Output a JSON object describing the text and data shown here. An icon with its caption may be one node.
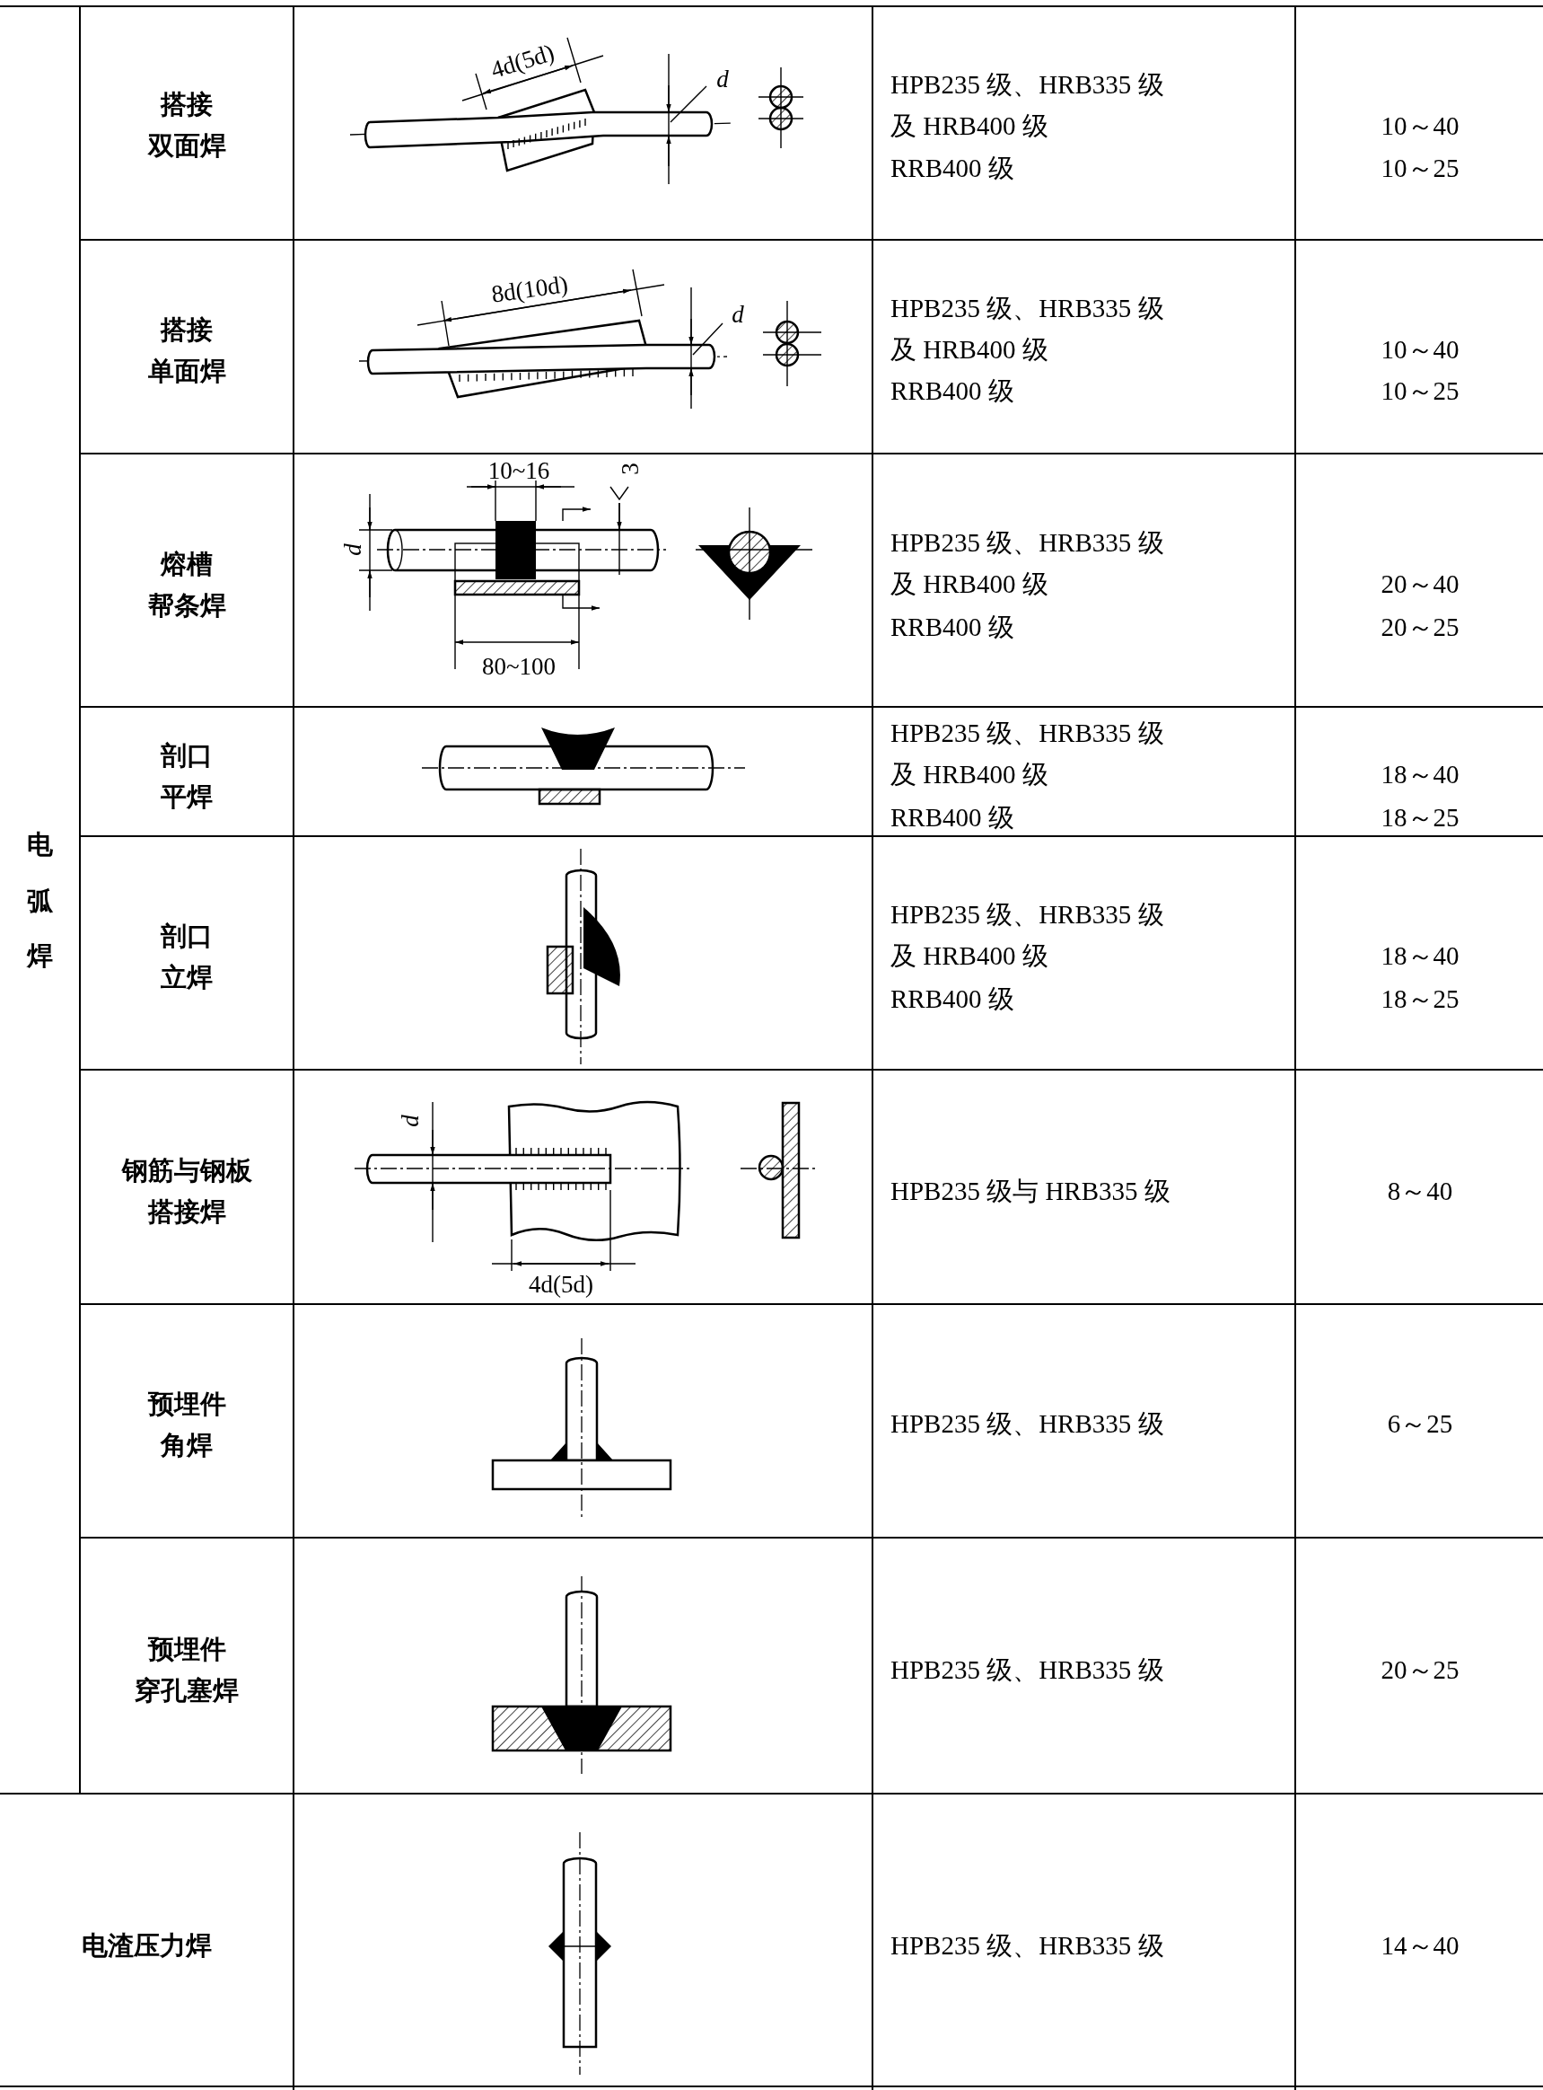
{
  "diagram": {
    "labels": [
      "电弧焊",
      "搭接双面焊",
      "4d(5d)",
      "d",
      "HPB235 级、HRB335 级",
      "及 HRB400 级",
      "RRB400 级",
      "10～40",
      "10～25",
      "搭接单面焊",
      "8d(10d)",
      "d",
      "HPB235 级、HRB335 级",
      "及 HRB400 级",
      "RRB400 级",
      "10～40",
      "10～25",
      "熔槽帮条焊",
      "10~16",
      "3",
      "d",
      "80~100",
      "HPB235 级、HRB335 级",
      "及 HRB400 级",
      "RRB400 级",
      "20～40",
      "20～25",
      "剖口平焊",
      "HPB235 级、HRB335 级",
      "及 HRB400 级",
      "RRB400 级",
      "18～40",
      "18～25",
      "剖口立焊",
      "HPB235 级、HRB335 级",
      "及 HRB400 级",
      "RRB400 级",
      "18～40",
      "18～25",
      "钢筋与钢板搭接焊",
      "d",
      "4d(5d)",
      "HPB235 级与 HRB335 级",
      "8～40",
      "预埋件角焊",
      "HPB235 级、HRB335 级",
      "6～25",
      "预埋件穿孔塞焊",
      "HPB235 级、HRB335 级",
      "20～25",
      "电渣压力焊",
      "HPB235 级、HRB335 级",
      "14～40"
    ]
  }
}
